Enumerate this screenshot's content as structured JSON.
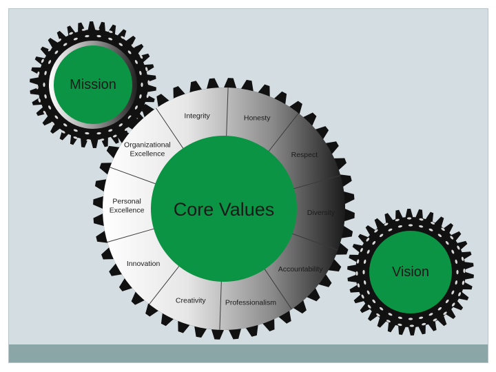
{
  "mission": {
    "label": "Mission"
  },
  "vision": {
    "label": "Vision"
  },
  "core": {
    "label": "Core Values",
    "segments": [
      {
        "lines": [
          "Integrity"
        ]
      },
      {
        "lines": [
          "Honesty"
        ]
      },
      {
        "lines": [
          "Respect"
        ]
      },
      {
        "lines": [
          "Diversity"
        ]
      },
      {
        "lines": [
          "Accountability"
        ]
      },
      {
        "lines": [
          "Professionalism"
        ]
      },
      {
        "lines": [
          "Creativity"
        ]
      },
      {
        "lines": [
          "Innovation"
        ]
      },
      {
        "lines": [
          "Personal",
          "Excellence"
        ]
      },
      {
        "lines": [
          "Organizational",
          "Excellence"
        ]
      }
    ]
  },
  "colors": {
    "background": "#d4dde2",
    "bottom_bar": "#8aa6a6",
    "hub_green": "#0b9444",
    "gear_dark": "#111111"
  }
}
